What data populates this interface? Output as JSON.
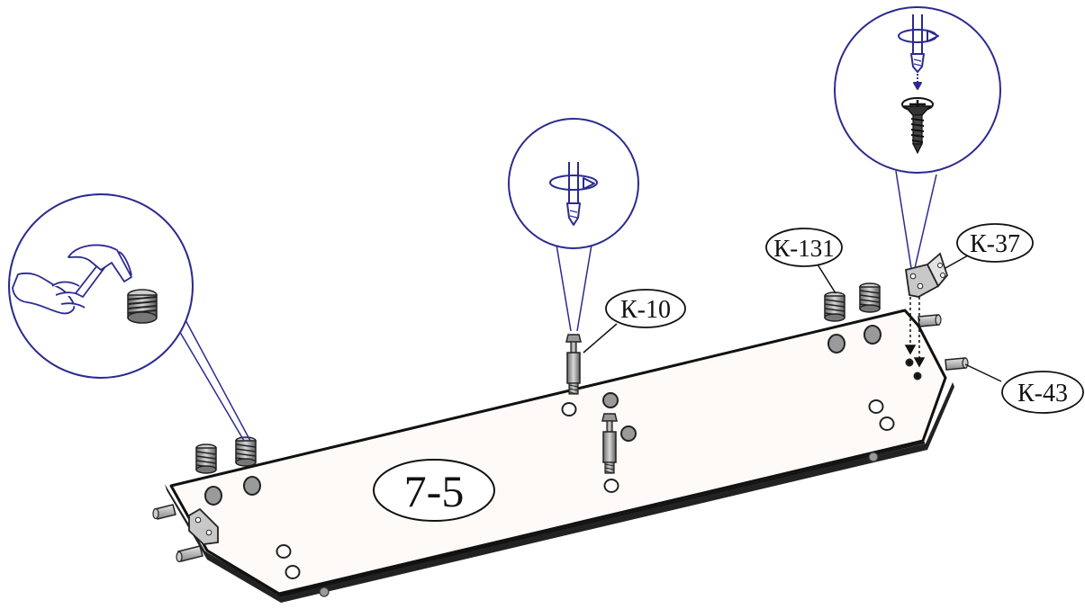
{
  "panel_label": "7-5",
  "parts": {
    "k10": "К-10",
    "k131": "К-131",
    "k37": "К-37",
    "k43": "К-43"
  },
  "colors": {
    "callout_line": "#2b2b8f",
    "outline": "#111111",
    "panel_fill": "#fdfaf8",
    "hole_fill": "#9a9a9a"
  },
  "icons": [
    "hammer-icon",
    "screwdriver-rotation-icon",
    "screw-icon",
    "threaded-insert-icon",
    "dowel-pin-icon",
    "angle-bracket-icon",
    "cam-bolt-icon"
  ]
}
